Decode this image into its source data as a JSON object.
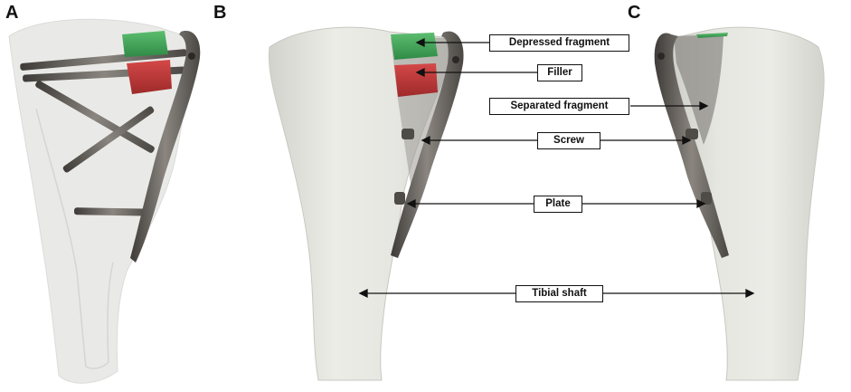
{
  "panels": {
    "a": "A",
    "b": "B",
    "c": "C"
  },
  "labels": {
    "depressed_fragment": "Depressed fragment",
    "filler": "Filler",
    "separated_fragment": "Separated fragment",
    "screw": "Screw",
    "plate": "Plate",
    "tibial_shaft": "Tibial shaft"
  },
  "colors": {
    "bone": "#e9e9e4",
    "bone_shadow": "#c9c9c3",
    "fragment_green": "#3fa356",
    "filler_red": "#c23a3a",
    "plate_metal": "#5e5a55",
    "screw_metal": "#6d6863"
  }
}
